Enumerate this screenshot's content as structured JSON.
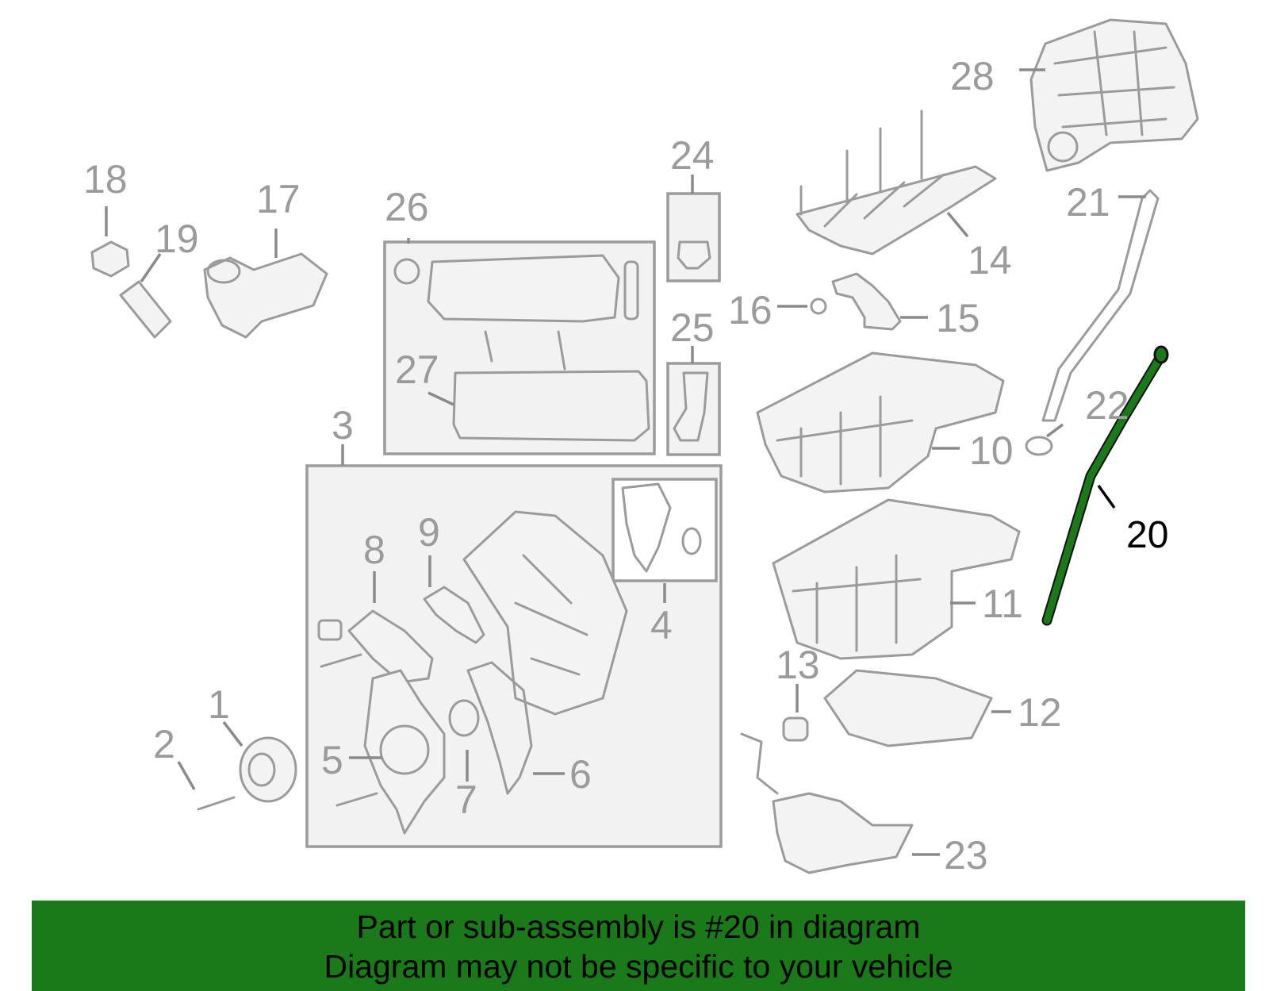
{
  "colors": {
    "banner_bg": "#1a7a1a",
    "part_gray": "#9b9b9b",
    "highlight": "#1a7a1a"
  },
  "callouts": {
    "c1": "1",
    "c2": "2",
    "c3": "3",
    "c4": "4",
    "c5": "5",
    "c6": "6",
    "c7": "7",
    "c8": "8",
    "c9": "9",
    "c10": "10",
    "c11": "11",
    "c12": "12",
    "c13": "13",
    "c14": "14",
    "c15": "15",
    "c16": "16",
    "c17": "17",
    "c18": "18",
    "c19": "19",
    "c20": "20",
    "c21": "21",
    "c22": "22",
    "c23": "23",
    "c24": "24",
    "c25": "25",
    "c26": "26",
    "c27": "27",
    "c28": "28"
  },
  "highlighted_part": "20",
  "banner": {
    "line1": "Part or sub-assembly is #20 in diagram",
    "line2": "Diagram may not be specific to your vehicle"
  }
}
